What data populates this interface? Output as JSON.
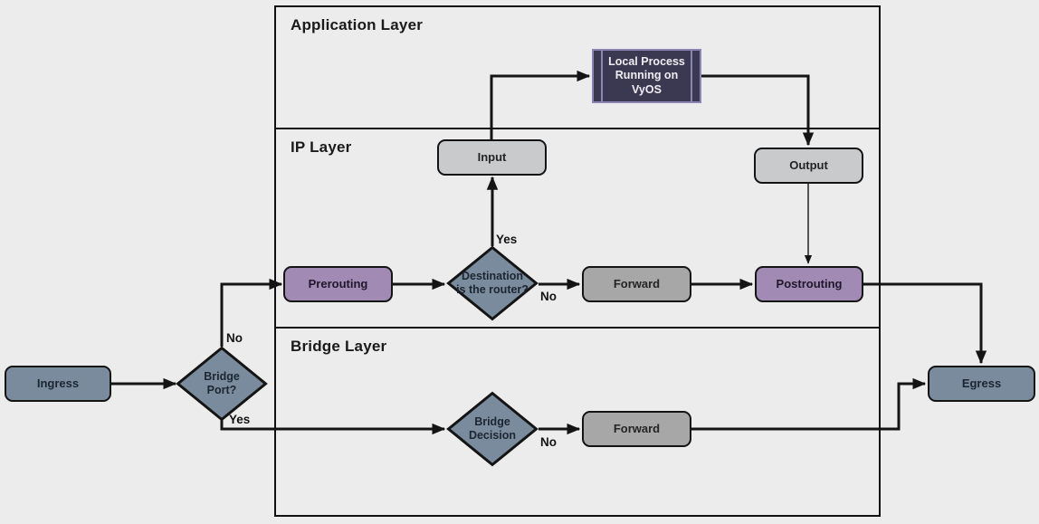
{
  "palette": {
    "background": "#ececec",
    "container_border": "#111111",
    "line": "#141414",
    "terminal_fill": "#7b8b9e",
    "light_gray_fill": "#c9cacb",
    "mid_gray_fill": "#a7a7a8",
    "purple_fill": "#a18ab4",
    "process_fill": "#3b3951",
    "process_border": "#8d85b5",
    "process_text": "#f0ecf2"
  },
  "layers": [
    {
      "label": "Application Layer"
    },
    {
      "label": "IP Layer"
    },
    {
      "label": "Bridge Layer"
    }
  ],
  "nodes": {
    "ingress": {
      "label": "Ingress",
      "type": "terminal"
    },
    "bridge_port": {
      "label": "Bridge\nPort?",
      "type": "decision"
    },
    "prerouting": {
      "label": "Prerouting",
      "type": "process"
    },
    "destination_router": {
      "label": "Destination\nis the router?",
      "type": "decision"
    },
    "input": {
      "label": "Input",
      "type": "process"
    },
    "local_process": {
      "label": "Local Process\nRunning on\nVyOS",
      "type": "predefined-process"
    },
    "output": {
      "label": "Output",
      "type": "process"
    },
    "forward_ip": {
      "label": "Forward",
      "type": "process"
    },
    "postrouting": {
      "label": "Postrouting",
      "type": "process"
    },
    "bridge_decision": {
      "label": "Bridge\nDecision",
      "type": "decision"
    },
    "forward_bridge": {
      "label": "Forward",
      "type": "process"
    },
    "egress": {
      "label": "Egress",
      "type": "terminal"
    }
  },
  "edge_labels": {
    "bridge_port_no": "No",
    "bridge_port_yes": "Yes",
    "destination_yes": "Yes",
    "destination_no": "No",
    "bridge_decision_no": "No"
  }
}
